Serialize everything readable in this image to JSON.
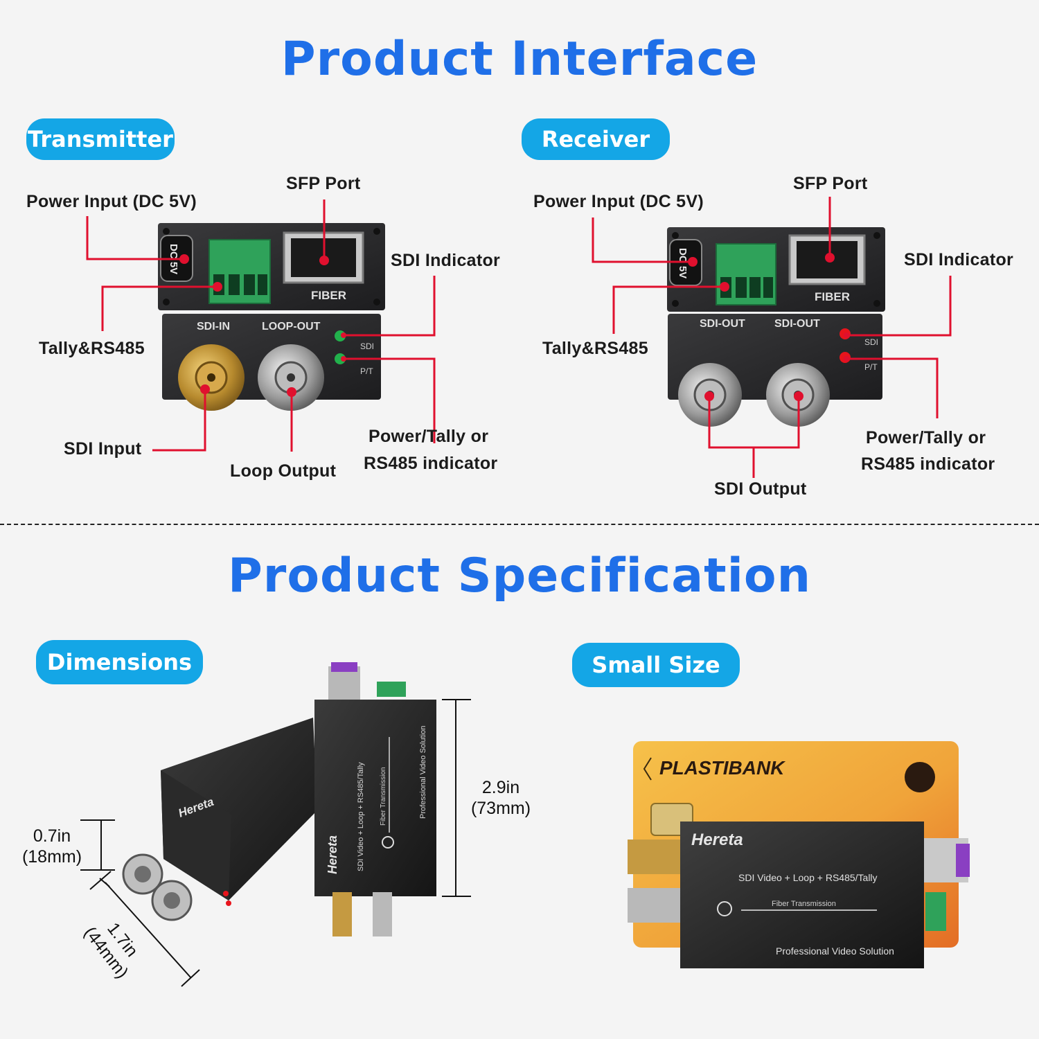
{
  "sections": {
    "interface_title": "Product Interface",
    "spec_title": "Product Specification"
  },
  "transmitter": {
    "badge": "Transmitter",
    "labels": {
      "power": "Power Input (DC 5V)",
      "sfp": "SFP Port",
      "sdi_indicator": "SDI Indicator",
      "tally": "Tally&RS485",
      "sdi_input": "SDI Input",
      "loop_output": "Loop Output",
      "pt_line1": "Power/Tally or",
      "pt_line2": "RS485 indicator"
    },
    "device_text": {
      "dc": "DC 5V",
      "fiber": "FIBER",
      "port1": "SDI-IN",
      "port2": "LOOP-OUT",
      "led1": "SDI",
      "led2": "P/T"
    }
  },
  "receiver": {
    "badge": "Receiver",
    "labels": {
      "power": "Power Input (DC 5V)",
      "sfp": "SFP Port",
      "sdi_indicator": "SDI Indicator",
      "tally": "Tally&RS485",
      "sdi_output": "SDI  Output",
      "pt_line1": "Power/Tally or",
      "pt_line2": "RS485 indicator"
    },
    "device_text": {
      "dc": "DC 5V",
      "fiber": "FIBER",
      "port1": "SDI-OUT",
      "port2": "SDI-OUT",
      "led1": "SDI",
      "led2": "P/T"
    }
  },
  "dimensions": {
    "badge": "Dimensions",
    "height_in": "0.7in",
    "height_mm": "(18mm)",
    "length_in": "2.9in",
    "length_mm": "(73mm)",
    "width_in": "1.7in",
    "width_mm": "(44mm)",
    "device_brand": "Hereta",
    "device_line1": "SDI Video + Loop + RS485/Tally",
    "device_line2": "Fiber Transmission",
    "device_line3": "Professional Video Solution"
  },
  "small_size": {
    "badge": "Small Size",
    "card_bank": "PLASTIBANK",
    "device_brand": "Hereta",
    "device_line1": "SDI Video + Loop + RS485/Tally",
    "device_line2": "Fiber Transmission",
    "device_line3": "Professional Video Solution"
  },
  "colors": {
    "title_blue": "#1f6fe8",
    "badge_blue": "#14a6e6",
    "callout_red": "#e0102e",
    "led_green": "#22b14c",
    "led_red": "#e8141c",
    "terminal_green": "#2fa25a"
  }
}
